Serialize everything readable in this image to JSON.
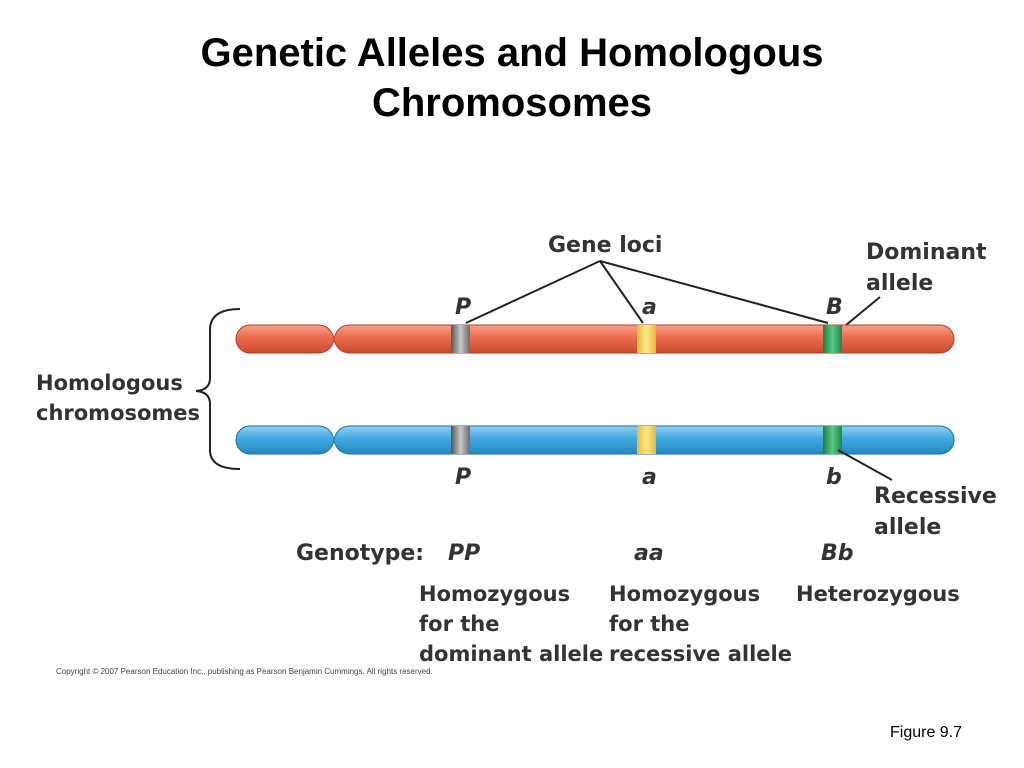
{
  "title": {
    "line1": "Genetic Alleles and Homologous",
    "line2": "Chromosomes"
  },
  "labels": {
    "gene_loci": "Gene loci",
    "dominant_line1": "Dominant",
    "dominant_line2": "allele",
    "recessive_line1": "Recessive",
    "recessive_line2": "allele",
    "homologous_line1": "Homologous",
    "homologous_line2": "chromosomes",
    "genotype": "Genotype:"
  },
  "loci": [
    {
      "top": "P",
      "bottom": "P",
      "genotype": "PP",
      "desc": [
        "Homozygous",
        "for the",
        "dominant allele"
      ],
      "color": "#8a8a8a"
    },
    {
      "top": "a",
      "bottom": "a",
      "genotype": "aa",
      "desc": [
        "Homozygous",
        "for the",
        "recessive allele"
      ],
      "color": "#f4d35e"
    },
    {
      "top": "B",
      "bottom": "b",
      "genotype": "Bb",
      "desc": [
        "Heterozygous"
      ],
      "color": "#2aa05a"
    }
  ],
  "colors": {
    "chromosome_top": "#ef6a4f",
    "chromosome_bottom": "#3fa9e0"
  },
  "copyright": "Copyright © 2007 Pearson Education Inc., publishing as Pearson Benjamin Cummings. All rights reserved.",
  "figure": "Figure 9.7"
}
